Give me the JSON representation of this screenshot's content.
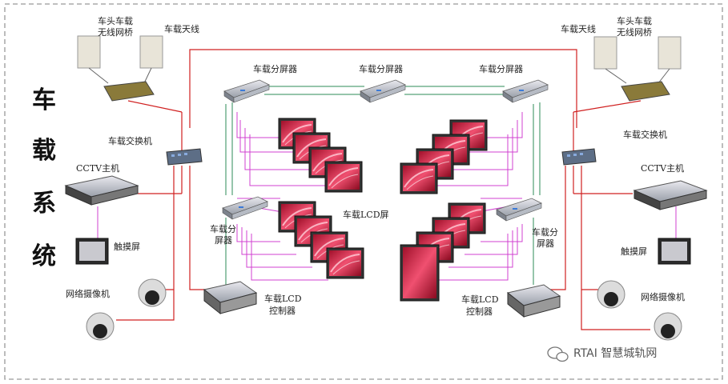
{
  "title_vertical": [
    "车",
    "载",
    "系",
    "统"
  ],
  "left": {
    "bridge": [
      "车头车载",
      "无线网桥"
    ],
    "antenna": "车载天线",
    "switch": "车载交换机",
    "cctv": "CCTV主机",
    "touch": "触摸屏",
    "camera": "网络摄像机",
    "splitter": [
      "车载分",
      "屏器"
    ],
    "lcd_ctrl": [
      "车载LCD",
      "控制器"
    ]
  },
  "right": {
    "antenna": "车载天线",
    "bridge": [
      "车头车载",
      "无线网桥"
    ],
    "switch": "车载交换机",
    "cctv": "CCTV主机",
    "touch": "触摸屏",
    "camera": "网络摄像机",
    "splitter": [
      "车载分",
      "屏器"
    ],
    "lcd_ctrl": [
      "车载LCD",
      "控制器"
    ]
  },
  "top_splitters": [
    "车载分屏器",
    "车载分屏器",
    "车载分屏器"
  ],
  "lcd_label": "车载LCD屏",
  "watermark": "RTAI 智慧城轨网",
  "colors": {
    "red": "#d02020",
    "green": "#2e8b57",
    "magenta": "#d040d0",
    "border": "#999999"
  }
}
